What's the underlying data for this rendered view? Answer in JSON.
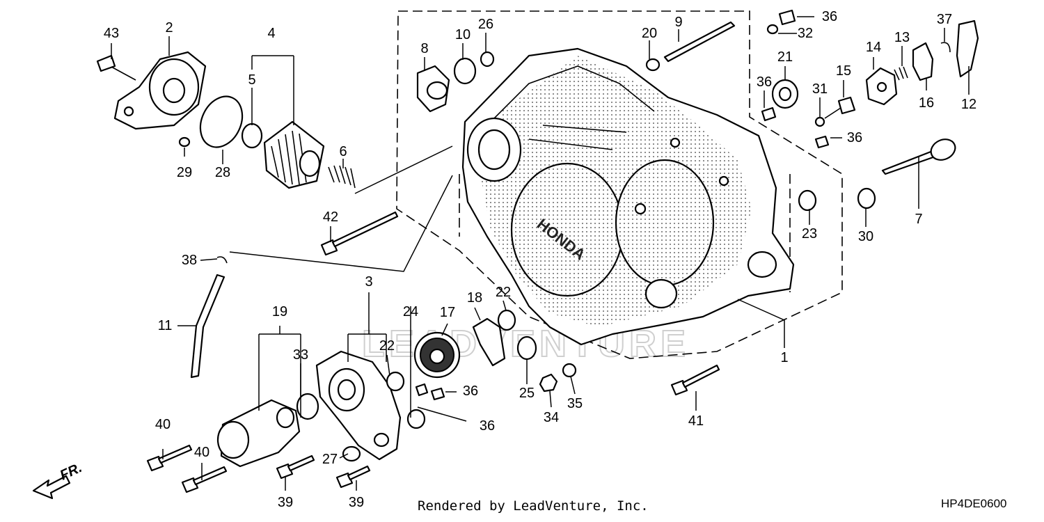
{
  "diagram_code": "HP4DE0600",
  "credit": "Rendered by LeadVenture, Inc.",
  "watermark": "LEADVENTURE",
  "direction_label": "FR.",
  "brand_mark": "HONDA",
  "callouts": [
    {
      "id": "c1",
      "label": "1"
    },
    {
      "id": "c2",
      "label": "2"
    },
    {
      "id": "c3",
      "label": "3"
    },
    {
      "id": "c4",
      "label": "4"
    },
    {
      "id": "c5",
      "label": "5"
    },
    {
      "id": "c6",
      "label": "6"
    },
    {
      "id": "c7",
      "label": "7"
    },
    {
      "id": "c8",
      "label": "8"
    },
    {
      "id": "c9",
      "label": "9"
    },
    {
      "id": "c10",
      "label": "10"
    },
    {
      "id": "c11",
      "label": "11"
    },
    {
      "id": "c12",
      "label": "12"
    },
    {
      "id": "c13",
      "label": "13"
    },
    {
      "id": "c14",
      "label": "14"
    },
    {
      "id": "c15",
      "label": "15"
    },
    {
      "id": "c16",
      "label": "16"
    },
    {
      "id": "c17",
      "label": "17"
    },
    {
      "id": "c18",
      "label": "18"
    },
    {
      "id": "c19",
      "label": "19"
    },
    {
      "id": "c20",
      "label": "20"
    },
    {
      "id": "c21",
      "label": "21"
    },
    {
      "id": "c22a",
      "label": "22"
    },
    {
      "id": "c22b",
      "label": "22"
    },
    {
      "id": "c23",
      "label": "23"
    },
    {
      "id": "c24",
      "label": "24"
    },
    {
      "id": "c25",
      "label": "25"
    },
    {
      "id": "c26",
      "label": "26"
    },
    {
      "id": "c27",
      "label": "27"
    },
    {
      "id": "c28",
      "label": "28"
    },
    {
      "id": "c29",
      "label": "29"
    },
    {
      "id": "c30",
      "label": "30"
    },
    {
      "id": "c31",
      "label": "31"
    },
    {
      "id": "c32",
      "label": "32"
    },
    {
      "id": "c33",
      "label": "33"
    },
    {
      "id": "c34",
      "label": "34"
    },
    {
      "id": "c35",
      "label": "35"
    },
    {
      "id": "c36a",
      "label": "36"
    },
    {
      "id": "c36b",
      "label": "36"
    },
    {
      "id": "c36c",
      "label": "36"
    },
    {
      "id": "c36d",
      "label": "36"
    },
    {
      "id": "c36e",
      "label": "36"
    },
    {
      "id": "c37",
      "label": "37"
    },
    {
      "id": "c38",
      "label": "38"
    },
    {
      "id": "c39a",
      "label": "39"
    },
    {
      "id": "c39b",
      "label": "39"
    },
    {
      "id": "c40a",
      "label": "40"
    },
    {
      "id": "c40b",
      "label": "40"
    },
    {
      "id": "c41",
      "label": "41"
    },
    {
      "id": "c42",
      "label": "42"
    },
    {
      "id": "c43",
      "label": "43"
    }
  ]
}
